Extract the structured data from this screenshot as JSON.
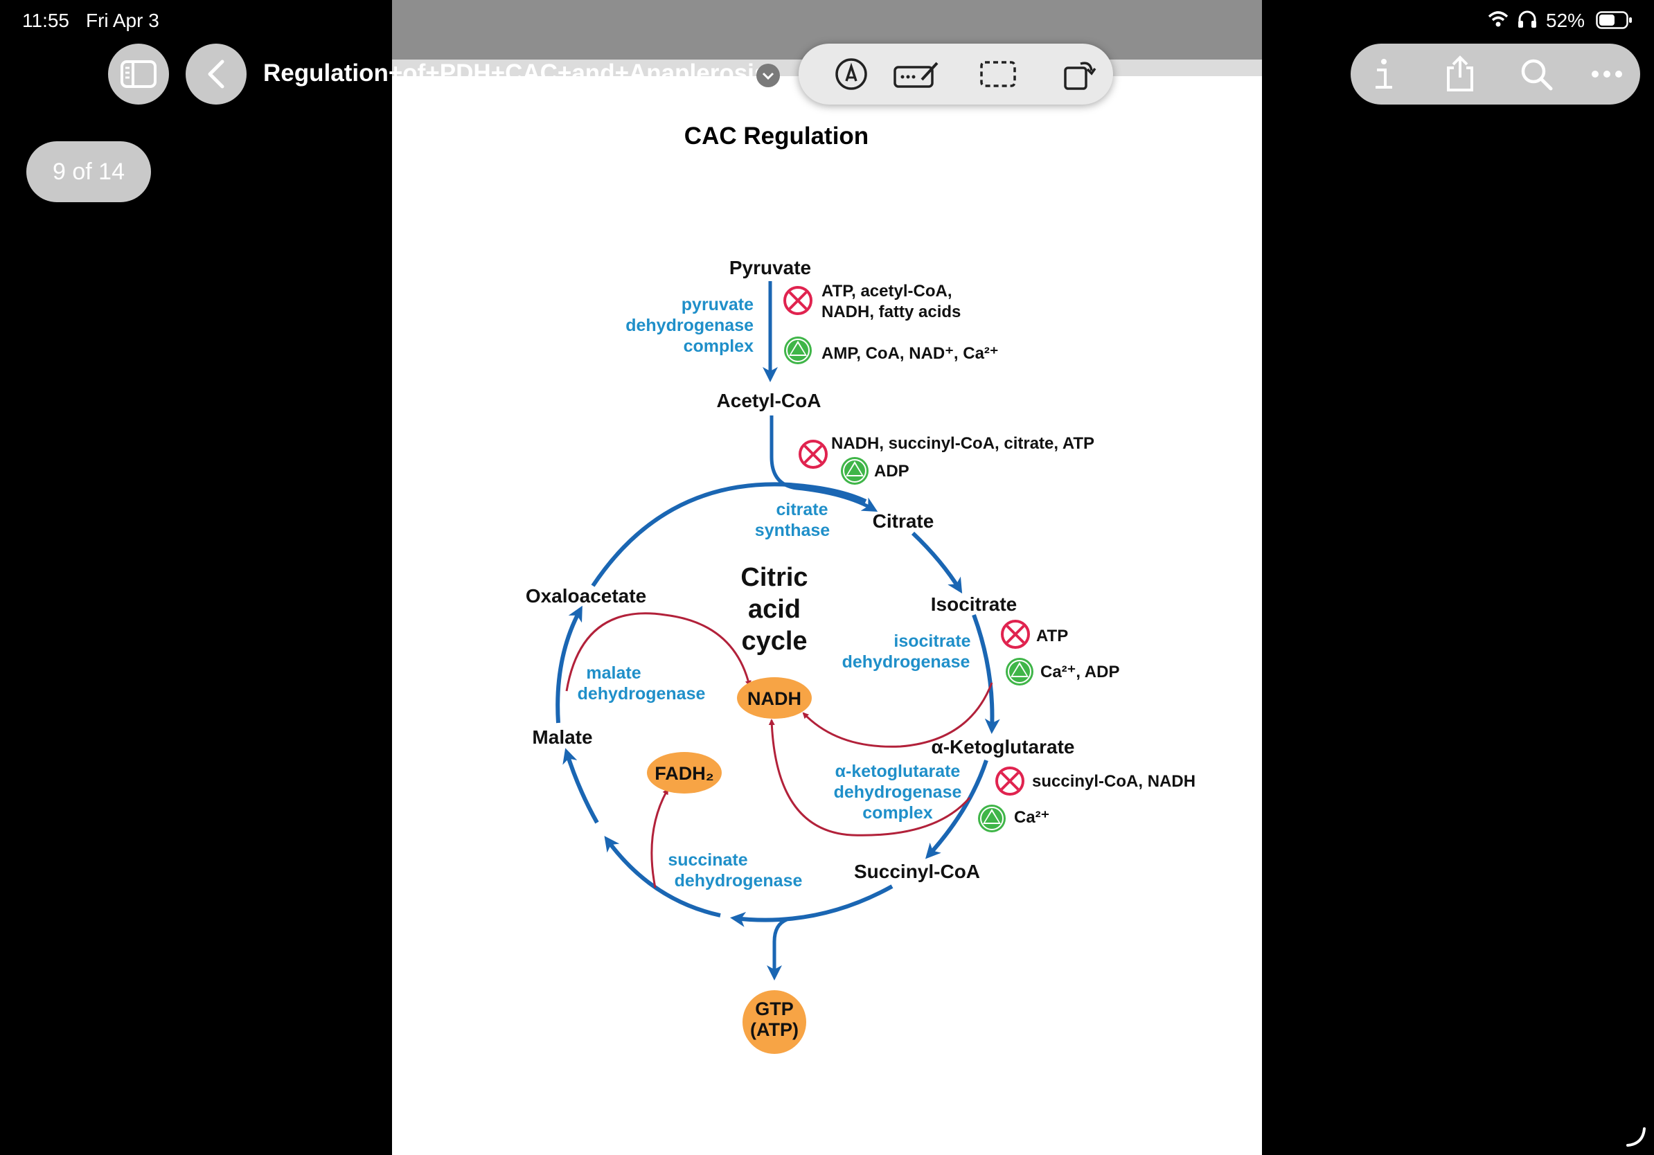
{
  "status_bar": {
    "time": "11:55",
    "date": "Fri Apr 3",
    "battery": "52%"
  },
  "nav": {
    "document_title": "Regulation+of+PDH+CAC+and+Anaplerosis"
  },
  "pager": {
    "label": "9 of 14"
  },
  "page": {
    "slide_title": "CAC Regulation",
    "diagram": {
      "center_title": [
        "Citric",
        "acid",
        "cycle"
      ],
      "metabolites": {
        "pyruvate": "Pyruvate",
        "acetyl_coa": "Acetyl-CoA",
        "citrate": "Citrate",
        "isocitrate": "Isocitrate",
        "alpha_kg": "α-Ketoglutarate",
        "succinyl_coa": "Succinyl-CoA",
        "malate": "Malate",
        "oxaloacetate": "Oxaloacetate"
      },
      "enzymes": {
        "pdh": [
          "pyruvate",
          "dehydrogenase",
          "complex"
        ],
        "citrate_synthase": [
          "citrate",
          "synthase"
        ],
        "isocitrate_dh": [
          "isocitrate",
          "dehydrogenase"
        ],
        "akg_dh": [
          "α-ketoglutarate",
          "dehydrogenase",
          "complex"
        ],
        "succinate_dh": [
          "succinate",
          "dehydrogenase"
        ],
        "malate_dh": [
          "malate",
          "dehydrogenase"
        ]
      },
      "products": {
        "nadh": "NADH",
        "fadh2": "FADH₂",
        "gtp": [
          "GTP",
          "(ATP)"
        ]
      },
      "regulators": {
        "pdh_inhibitors": [
          "ATP, acetyl-CoA,",
          "NADH, fatty acids"
        ],
        "pdh_activators": "AMP, CoA, NAD⁺, Ca²⁺",
        "cs_inhibitors": "NADH, succinyl-CoA, citrate, ATP",
        "cs_activators": "ADP",
        "idh_inhibitors": "ATP",
        "idh_activators": "Ca²⁺, ADP",
        "akgdh_inhibitors": "succinyl-CoA, NADH",
        "akgdh_activators": "Ca²⁺"
      },
      "colors": {
        "pathway": "#1a66b3",
        "enzyme_text": "#1f8fc9",
        "reaction": "#b2213a",
        "inhibit": "#e0234f",
        "activate": "#3fb548",
        "cofactor": "#f7a445"
      }
    }
  }
}
